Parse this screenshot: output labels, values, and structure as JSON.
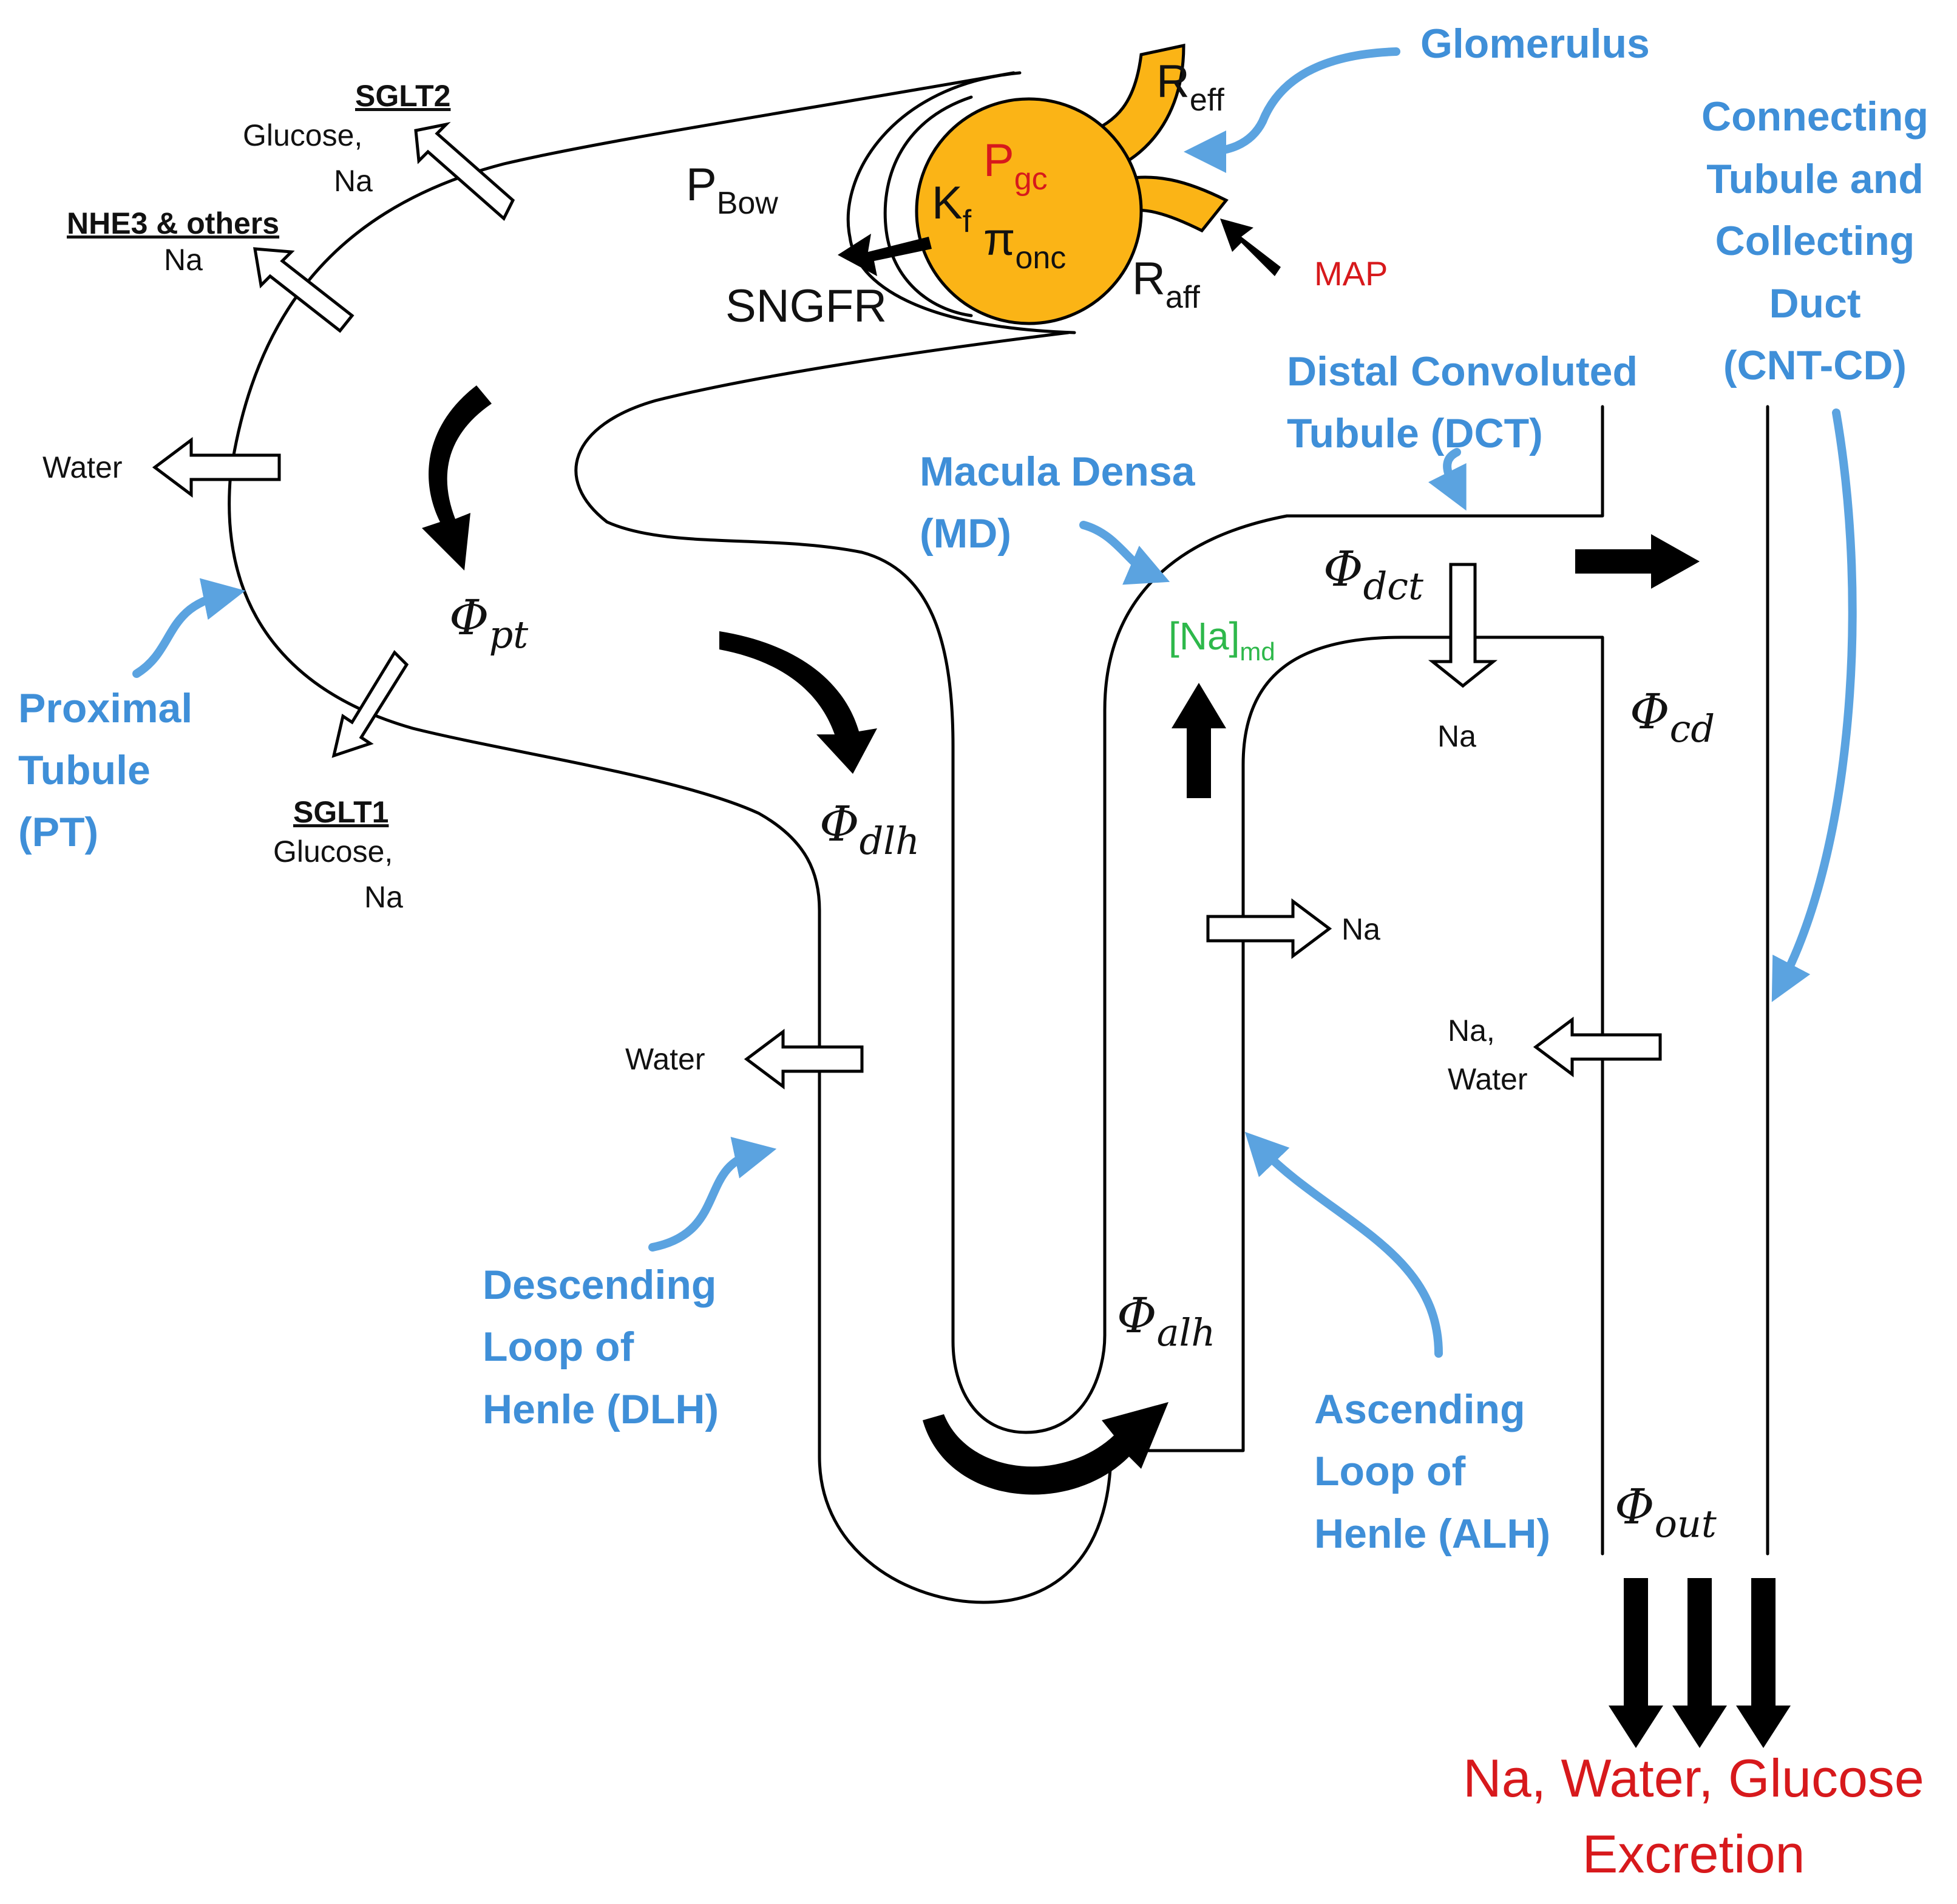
{
  "labels": {
    "glomerulus": "Glomerulus",
    "cnt_cd": [
      "Connecting",
      "Tubule and",
      "Collecting",
      "Duct",
      "(CNT-CD)"
    ],
    "dct": [
      "Distal Convoluted",
      "Tubule (DCT)"
    ],
    "md": [
      "Macula Densa",
      "(MD)"
    ],
    "pt": [
      "Proximal",
      "Tubule",
      "(PT)"
    ],
    "dlh": [
      "Descending",
      "Loop of",
      "Henle (DLH)"
    ],
    "alh": [
      "Ascending",
      "Loop of",
      "Henle (ALH)"
    ]
  },
  "glomerulus_vars": {
    "r_eff_main": "R",
    "r_eff_sub": "eff",
    "r_aff_main": "R",
    "r_aff_sub": "aff",
    "p_bow_main": "P",
    "p_bow_sub": "Bow",
    "p_gc_main": "P",
    "p_gc_sub": "gc",
    "k_f_main": "K",
    "k_f_sub": "f",
    "pi_onc_main": "π",
    "pi_onc_sub": "onc",
    "sngfr": "SNGFR",
    "map": "MAP"
  },
  "transporters": {
    "sglt2": {
      "name": "SGLT2",
      "line1": "Glucose,",
      "line2": "Na"
    },
    "nhe3": {
      "name": "NHE3 & others",
      "line1": "Na"
    },
    "sglt1": {
      "name": "SGLT1",
      "line1": "Glucose,",
      "line2": "Na"
    },
    "pt_water": "Water",
    "dlh_water": "Water",
    "alh_na": "Na",
    "dct_na": "Na",
    "cd_line1": "Na,",
    "cd_line2": "Water"
  },
  "flows": {
    "phi": "Φ",
    "pt": "pt",
    "dlh": "dlh",
    "alh": "alh",
    "dct": "dct",
    "cd": "cd",
    "out": "out"
  },
  "na_md": {
    "main": "[Na]",
    "sub": "md"
  },
  "excretion": [
    "Na, Water, Glucose",
    "Excretion"
  ],
  "colors": {
    "label_blue": "#3f8fd8",
    "arrow_blue": "#5ba3e0",
    "glomerulus_fill": "#fbb416",
    "red": "#d7191c",
    "green": "#2eb84b",
    "black": "#000000"
  }
}
